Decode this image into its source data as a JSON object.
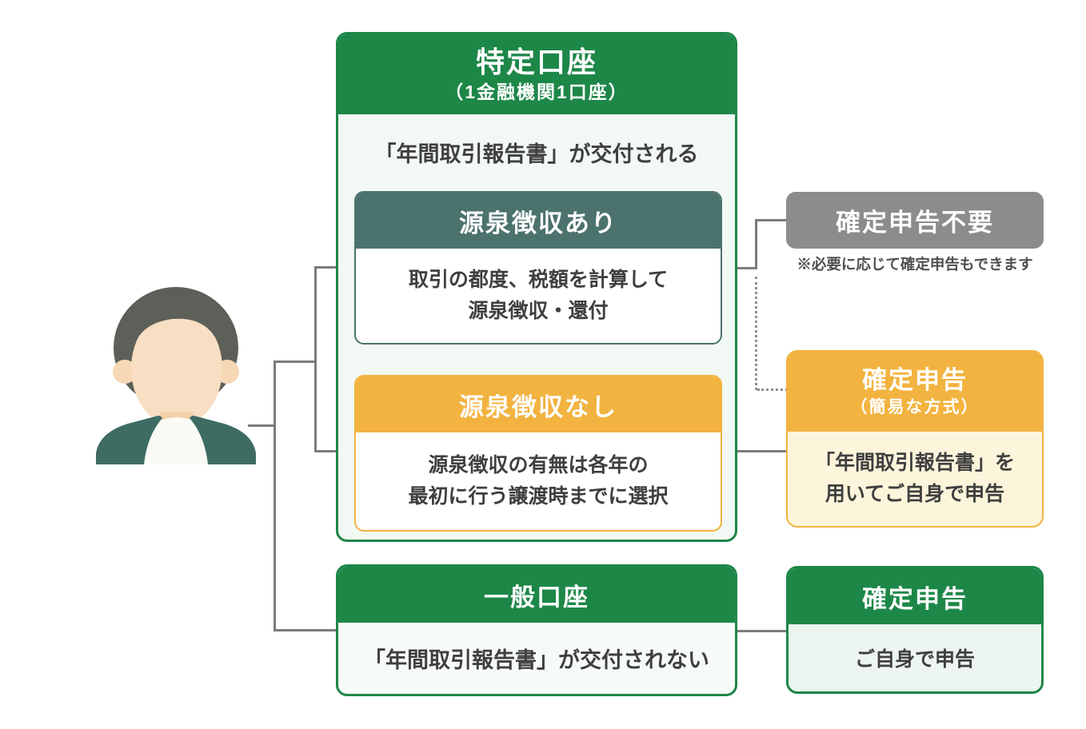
{
  "diagram": {
    "specific_account": {
      "title": "特定口座",
      "subtitle": "（1金融機関1口座）",
      "description": "「年間取引報告書」が交付される",
      "withholding_yes": {
        "title": "源泉徴収あり",
        "body_lines": [
          "取引の都度、税額を計算して",
          "源泉徴収・還付"
        ]
      },
      "withholding_no": {
        "title": "源泉徴収なし",
        "body_lines": [
          "源泉徴収の有無は各年の",
          "最初に行う譲渡時までに選択"
        ]
      }
    },
    "general_account": {
      "title": "一般口座",
      "description": "「年間取引報告書」が交付されない"
    },
    "outcomes": {
      "no_tax_return": {
        "title": "確定申告不要",
        "footnote": "※必要に応じて確定申告もできます"
      },
      "tax_return_simple": {
        "title": "確定申告",
        "subtitle": "（簡易な方式）",
        "body_lines": [
          "「年間取引報告書」を",
          "用いてご自身で申告"
        ]
      },
      "tax_return": {
        "title": "確定申告",
        "body": "ご自身で申告"
      }
    },
    "icons": {
      "person": "investor-person-illustration"
    },
    "colors": {
      "green": "#1d8748",
      "teal": "#4c726d",
      "yellow": "#f2b340",
      "gray_box": "#8c8c8c",
      "container_bg": "#f2f8f3",
      "cream_bg": "#fdf5db",
      "light_green_bg": "#ecf5ef",
      "text": "#3f3f3f",
      "connector": "#7c7c7c"
    }
  }
}
